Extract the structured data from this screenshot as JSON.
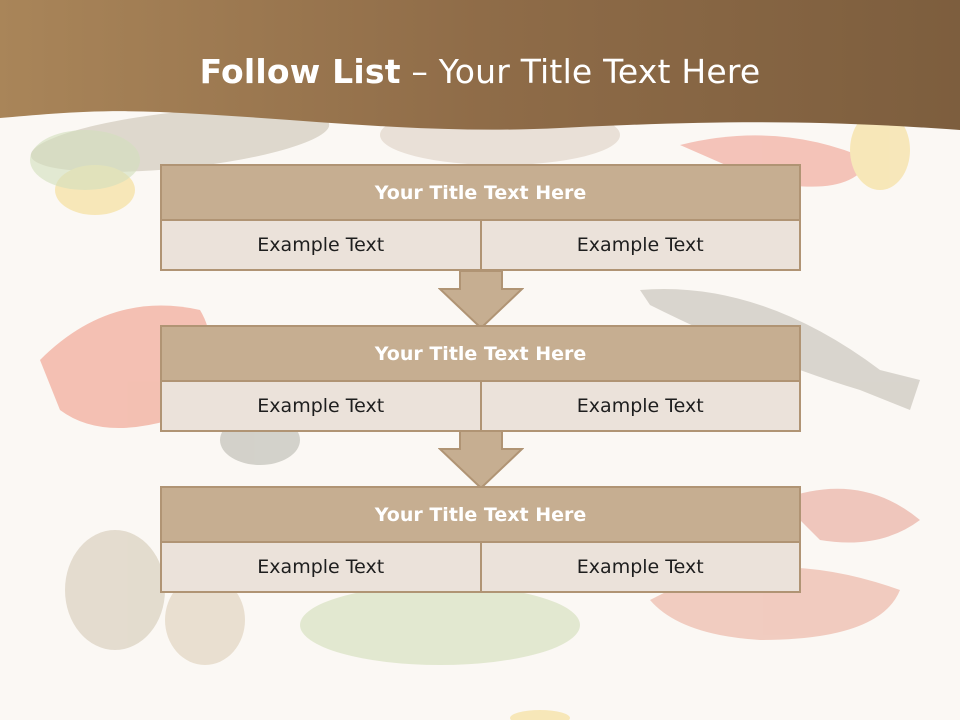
{
  "slide": {
    "title_bold": "Follow List",
    "title_rest": "– Your Title Text Here"
  },
  "blocks": [
    {
      "title": "Your Title Text Here",
      "left": "Example Text",
      "right": "Example Text"
    },
    {
      "title": "Your Title Text Here",
      "left": "Example Text",
      "right": "Example Text"
    },
    {
      "title": "Your Title Text Here",
      "left": "Example Text",
      "right": "Example Text"
    }
  ],
  "colors": {
    "header_band": "#8c6a45",
    "block_header": "#c6ae91",
    "block_cell": "#ebe2da",
    "border": "#b09474",
    "arrow_fill": "#c6ae91"
  }
}
